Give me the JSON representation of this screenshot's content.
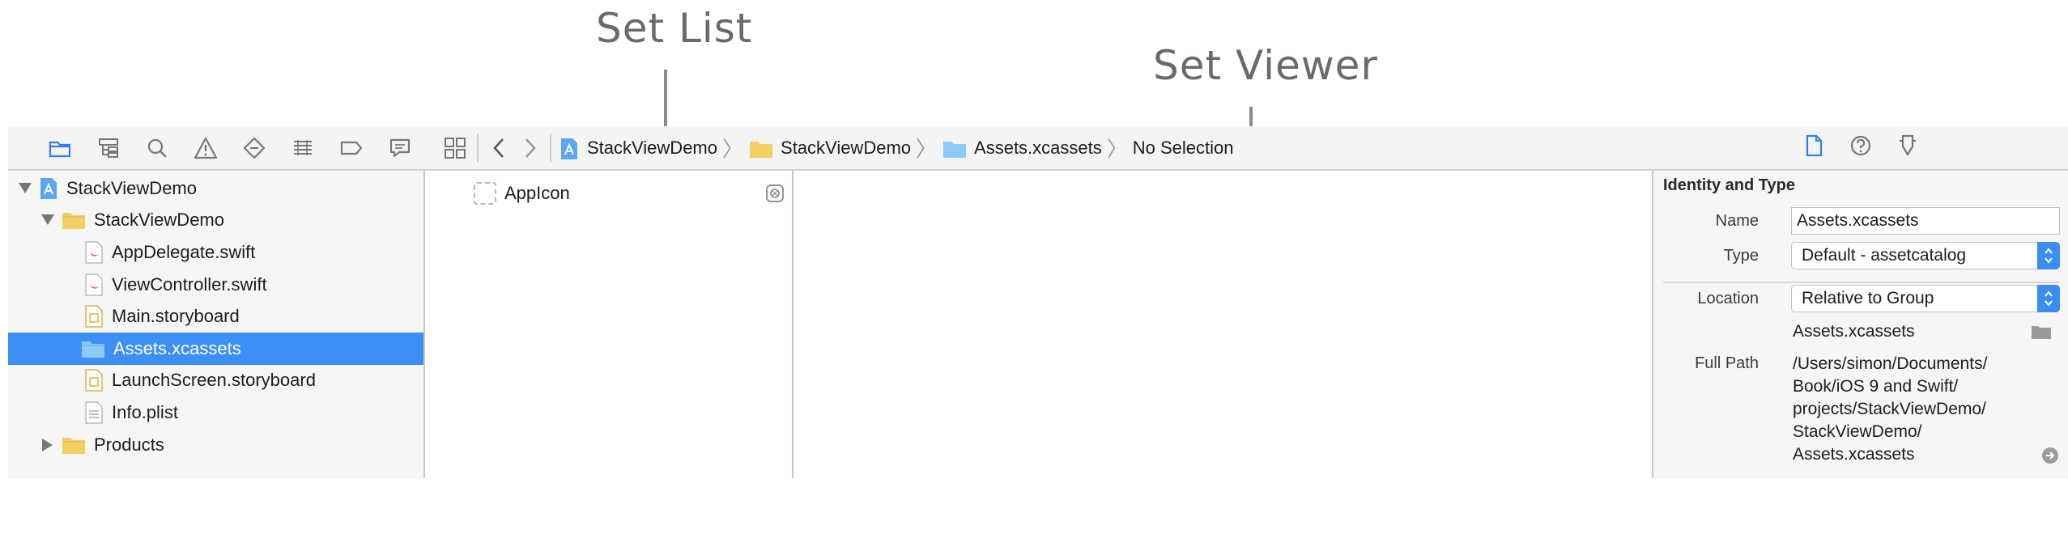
{
  "annotations": {
    "set_list": "Set List",
    "set_viewer": "Set Viewer"
  },
  "navigator": {
    "toolbar_icons": [
      "folder-icon",
      "hierarchy-icon",
      "search-icon",
      "warning-icon",
      "diamond-icon",
      "list-icon",
      "tag-icon",
      "comment-icon"
    ],
    "tree": [
      {
        "label": "StackViewDemo",
        "level": 0,
        "icon": "project-icon",
        "disclosure": "open"
      },
      {
        "label": "StackViewDemo",
        "level": 1,
        "icon": "folder-icon",
        "disclosure": "open"
      },
      {
        "label": "AppDelegate.swift",
        "level": 2,
        "icon": "swift-file-icon"
      },
      {
        "label": "ViewController.swift",
        "level": 2,
        "icon": "swift-file-icon"
      },
      {
        "label": "Main.storyboard",
        "level": 2,
        "icon": "storyboard-icon"
      },
      {
        "label": "Assets.xcassets",
        "level": 2,
        "icon": "assets-folder-icon",
        "selected": true
      },
      {
        "label": "LaunchScreen.storyboard",
        "level": 2,
        "icon": "storyboard-icon"
      },
      {
        "label": "Info.plist",
        "level": 2,
        "icon": "plist-icon"
      },
      {
        "label": "Products",
        "level": 1,
        "icon": "folder-icon",
        "disclosure": "closed"
      }
    ]
  },
  "jumpbar": {
    "crumbs": [
      {
        "label": "StackViewDemo",
        "icon": "project-icon"
      },
      {
        "label": "StackViewDemo",
        "icon": "folder-icon"
      },
      {
        "label": "Assets.xcassets",
        "icon": "assets-folder-icon"
      },
      {
        "label": "No Selection",
        "icon": ""
      }
    ]
  },
  "setlist": {
    "items": [
      {
        "label": "AppIcon"
      }
    ]
  },
  "inspector": {
    "section_title": "Identity and Type",
    "name_label": "Name",
    "name_value": "Assets.xcassets",
    "type_label": "Type",
    "type_value": "Default - assetcatalog",
    "location_label": "Location",
    "location_value": "Relative to Group",
    "location_file": "Assets.xcassets",
    "full_path_label": "Full Path",
    "full_path_lines": [
      "/Users/simon/Documents/",
      "Book/iOS 9 and Swift/",
      "projects/StackViewDemo/",
      "StackViewDemo/",
      "Assets.xcassets"
    ]
  },
  "colors": {
    "selection": "#3d8ff5",
    "accent": "#3a8ef3",
    "folder": "#f2cf63",
    "annotation": "#6a6a6a"
  }
}
